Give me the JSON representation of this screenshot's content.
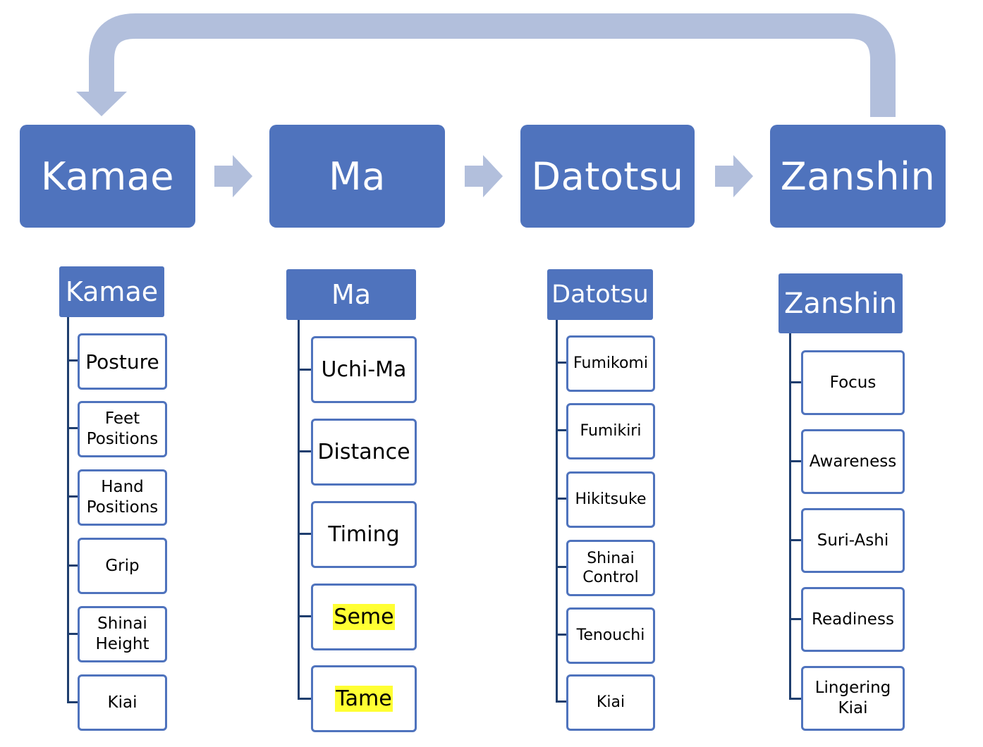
{
  "colors": {
    "box_fill": "#4f73bd",
    "arrow_fill": "#b2bfdc",
    "connector_line": "#1f3e6e",
    "highlight": "#ffff33"
  },
  "stages": [
    "Kamae",
    "Ma",
    "Datotsu",
    "Zanshin"
  ],
  "columns": [
    {
      "header": "Kamae",
      "items": [
        {
          "label": "Posture",
          "highlighted": false
        },
        {
          "label": "Feet\nPositions",
          "highlighted": false
        },
        {
          "label": "Hand\nPositions",
          "highlighted": false
        },
        {
          "label": "Grip",
          "highlighted": false
        },
        {
          "label": "Shinai\nHeight",
          "highlighted": false
        },
        {
          "label": "Kiai",
          "highlighted": false
        }
      ]
    },
    {
      "header": "Ma",
      "items": [
        {
          "label": "Uchi-Ma",
          "highlighted": false
        },
        {
          "label": "Distance",
          "highlighted": false
        },
        {
          "label": "Timing",
          "highlighted": false
        },
        {
          "label": "Seme",
          "highlighted": true
        },
        {
          "label": "Tame",
          "highlighted": true
        }
      ]
    },
    {
      "header": "Datotsu",
      "items": [
        {
          "label": "Fumikomi",
          "highlighted": false
        },
        {
          "label": "Fumikiri",
          "highlighted": false
        },
        {
          "label": "Hikitsuke",
          "highlighted": false
        },
        {
          "label": "Shinai\nControl",
          "highlighted": false
        },
        {
          "label": "Tenouchi",
          "highlighted": false
        },
        {
          "label": "Kiai",
          "highlighted": false
        }
      ]
    },
    {
      "header": "Zanshin",
      "items": [
        {
          "label": "Focus",
          "highlighted": false
        },
        {
          "label": "Awareness",
          "highlighted": false
        },
        {
          "label": "Suri-Ashi",
          "highlighted": false
        },
        {
          "label": "Readiness",
          "highlighted": false
        },
        {
          "label": "Lingering\nKiai",
          "highlighted": false
        }
      ]
    }
  ]
}
